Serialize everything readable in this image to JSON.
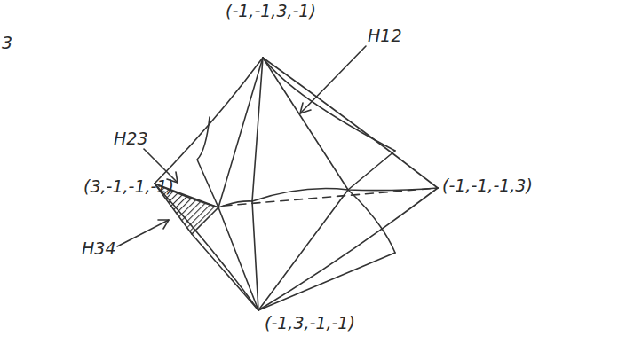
{
  "diagram": {
    "labels": [
      "3",
      "(-1,-1,3,-1)",
      "H12",
      "H23",
      "(3,-1,-1,-1)",
      "(-1,-1,-1,3)",
      "H34",
      "(-1,3,-1,-1)"
    ]
  }
}
